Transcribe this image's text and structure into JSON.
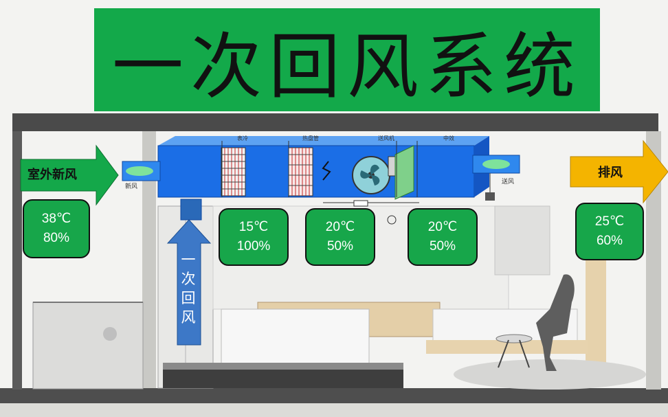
{
  "title": "一次回风系统",
  "arrows": {
    "outdoor_fresh_air": "室外新风",
    "exhaust": "排风",
    "primary_return": "一次回风"
  },
  "duct_labels": {
    "fresh_air": "新风",
    "supply_air": "送风",
    "cooling_coil": "表冷",
    "heating_coil": "热盘管",
    "fan": "送风机",
    "filter": "中效"
  },
  "states": [
    {
      "temp": "38℃",
      "rh": "80%"
    },
    {
      "temp": "15℃",
      "rh": "100%"
    },
    {
      "temp": "20℃",
      "rh": "50%"
    },
    {
      "temp": "20℃",
      "rh": "50%"
    },
    {
      "temp": "25℃",
      "rh": "60%"
    }
  ],
  "colors": {
    "title_bg": "#13a94a",
    "status_bg": "#17a64a",
    "duct_blue": "#1b6ee6",
    "fresh_arrow": "#14a84a",
    "exhaust_arrow": "#f4b400",
    "return_arrow": "#3d78c7"
  }
}
